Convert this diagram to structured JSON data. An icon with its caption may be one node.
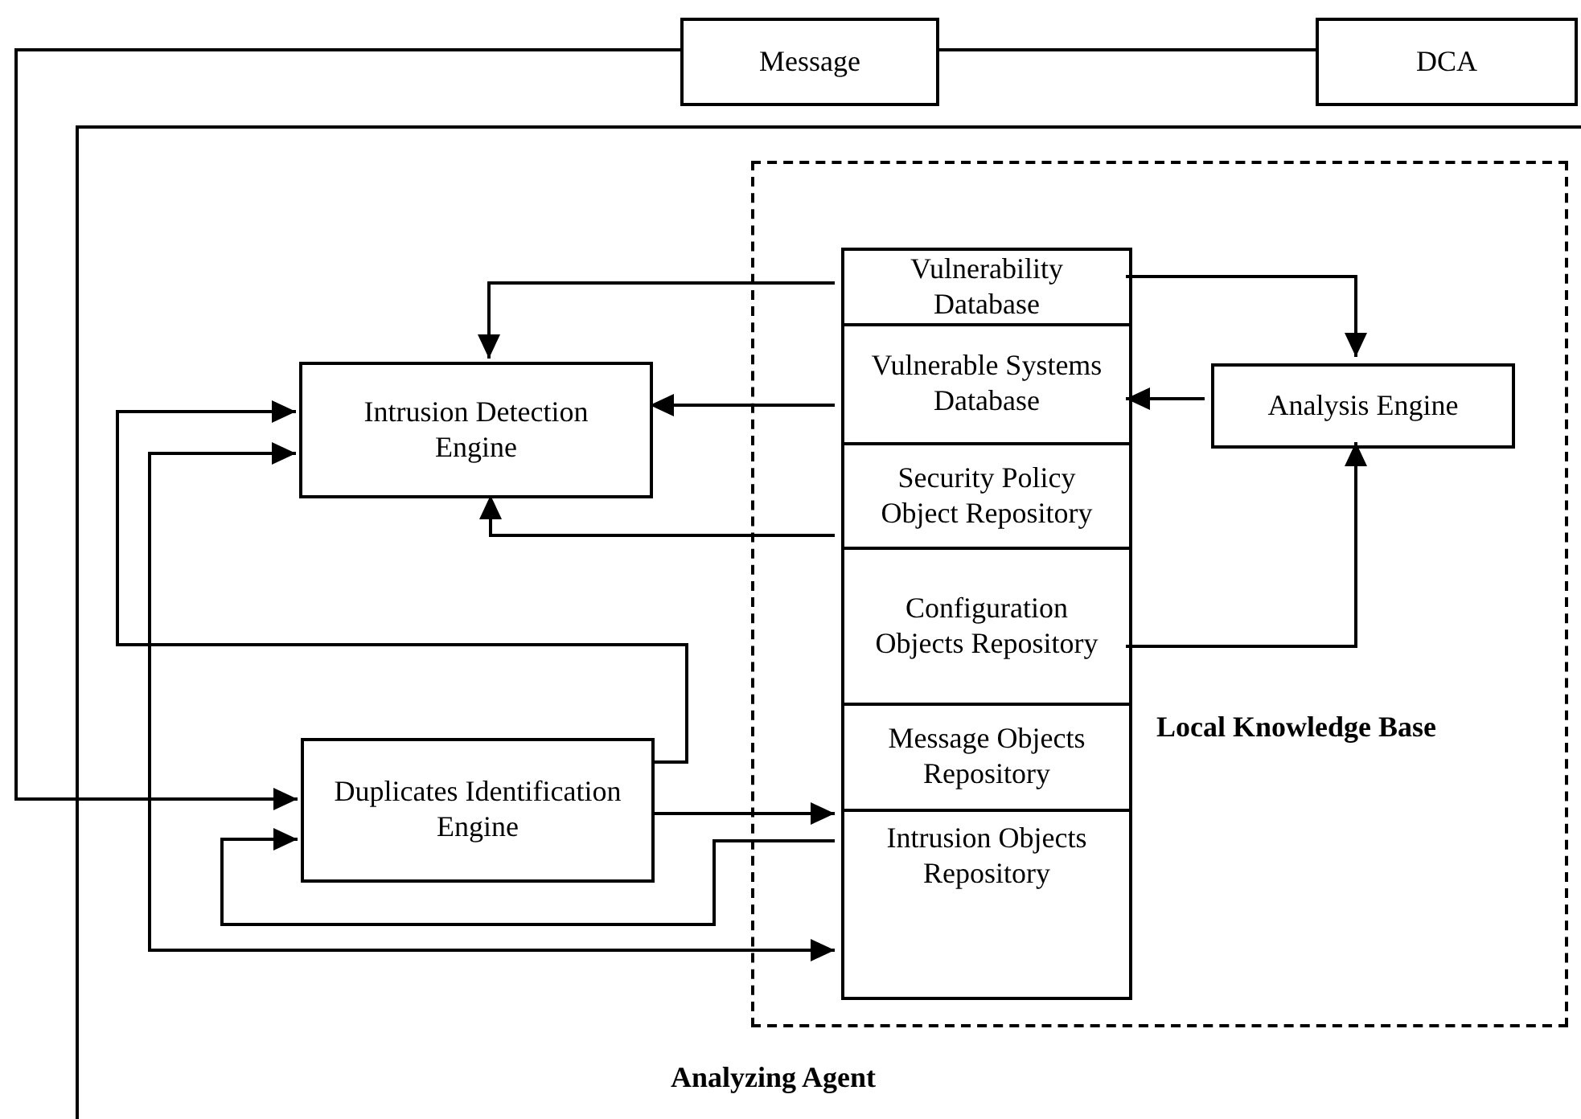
{
  "diagram": {
    "nodes": [
      {
        "text": [
          "Analyzing Agent"
        ]
      },
      {
        "text": [
          "Message"
        ]
      },
      {
        "text": [
          "DCA"
        ]
      },
      {
        "text": [
          "Local Knowledge Base"
        ],
        "in": 0
      },
      {
        "text": [
          "Intrusion Detection Engine"
        ],
        "in": 0
      },
      {
        "text": [
          "Duplicates Identification Engine"
        ],
        "in": 0
      },
      {
        "text": [
          "Vulnerability Database"
        ],
        "in": 3
      },
      {
        "text": [
          "Vulnerable Systems Database"
        ],
        "in": 3
      },
      {
        "text": [
          "Security Policy Object Repository"
        ],
        "in": 3
      },
      {
        "text": [
          "Configuration Objects Repository"
        ],
        "in": 3
      },
      {
        "text": [
          "Message Objects Repository"
        ],
        "in": 3
      },
      {
        "text": [
          "Intrusion Objects Repository"
        ],
        "in": 3
      },
      {
        "text": [
          "Analysis Engine"
        ],
        "in": 3
      }
    ],
    "edges": [
      {
        "from": 1,
        "to": 5,
        "arrow": "to"
      },
      {
        "from": 1,
        "to": 2,
        "arrow": "none"
      },
      {
        "from": 6,
        "to": 4,
        "arrow": "to"
      },
      {
        "from": 6,
        "to": 12,
        "arrow": "to"
      },
      {
        "from": 7,
        "to": 4,
        "arrow": "to"
      },
      {
        "from": 12,
        "to": 7,
        "arrow": "to"
      },
      {
        "from": 8,
        "to": 4,
        "arrow": "to"
      },
      {
        "from": 9,
        "to": 12,
        "arrow": "to"
      },
      {
        "from": 5,
        "to": 4,
        "arrow": "to"
      },
      {
        "from": 5,
        "to": 11,
        "arrow": "to"
      },
      {
        "from": 11,
        "to": 5,
        "arrow": "to"
      },
      {
        "from": 4,
        "to": 11,
        "arrow": "both"
      }
    ]
  }
}
